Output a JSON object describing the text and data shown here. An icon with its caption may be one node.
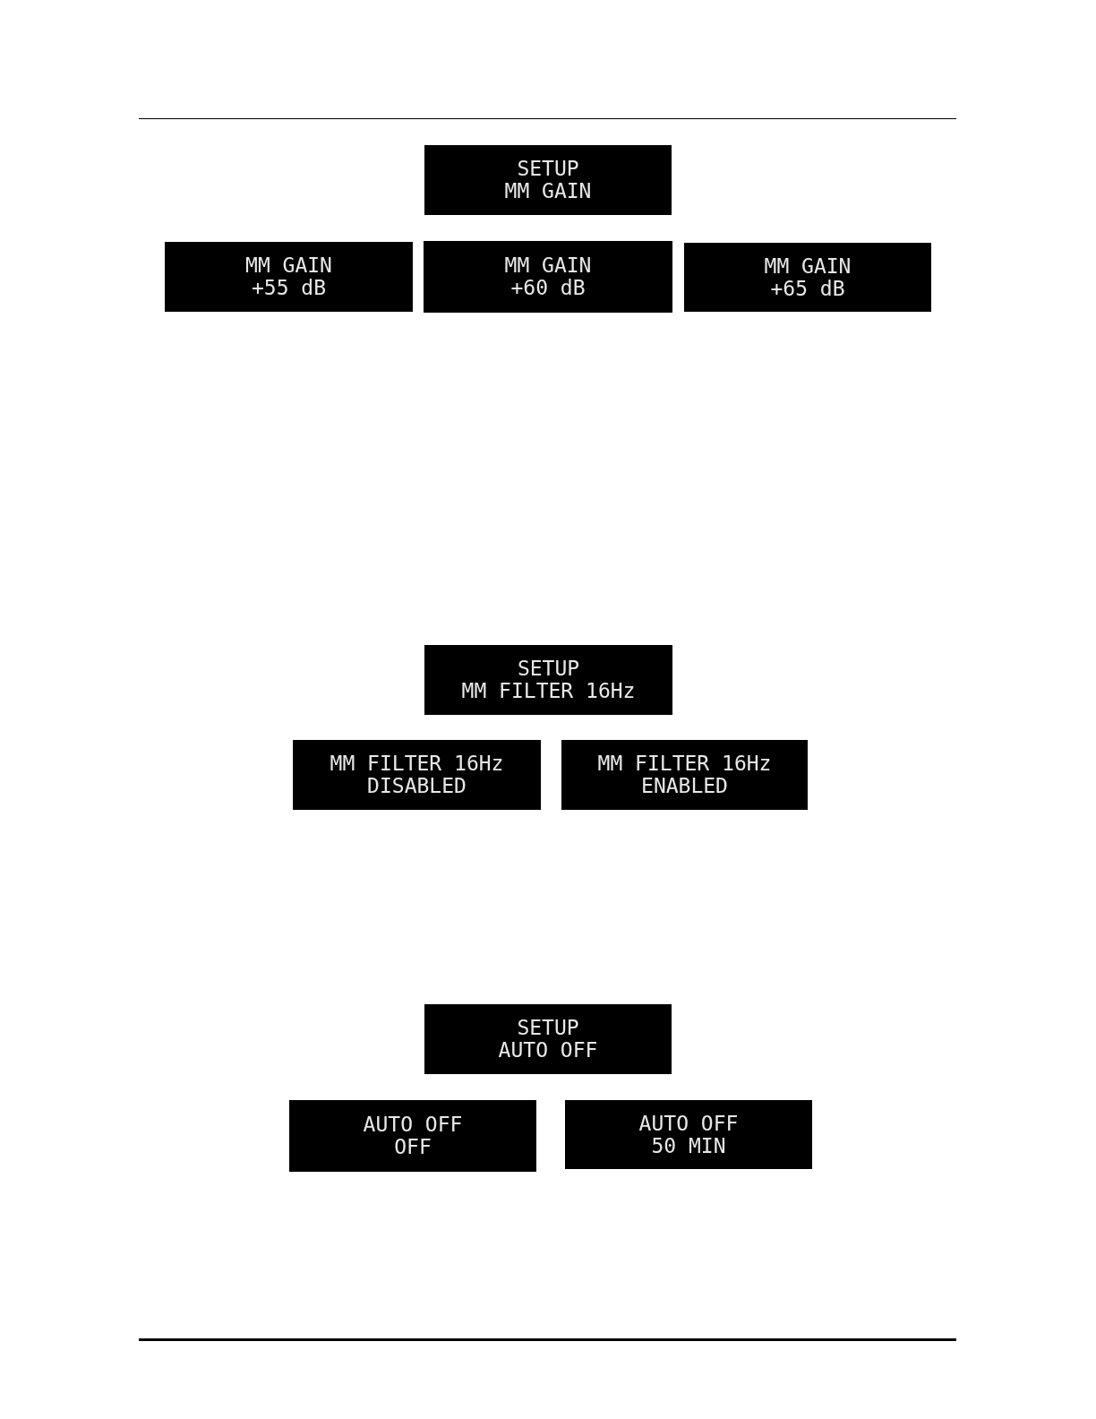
{
  "diagram": {
    "nodes": [
      {
        "text": [
          "SETUP",
          "MM GAIN"
        ]
      },
      {
        "text": [
          "MM GAIN",
          "+55 dB"
        ]
      },
      {
        "text": [
          "MM GAIN",
          "+60 dB"
        ]
      },
      {
        "text": [
          "MM GAIN",
          "+65 dB"
        ]
      },
      {
        "text": [
          "SETUP",
          "MM FILTER 16Hz"
        ]
      },
      {
        "text": [
          "MM FILTER 16Hz",
          "DISABLED"
        ]
      },
      {
        "text": [
          "MM FILTER 16Hz",
          "ENABLED"
        ]
      },
      {
        "text": [
          "SETUP",
          "AUTO OFF"
        ]
      },
      {
        "text": [
          "AUTO OFF",
          "OFF"
        ]
      },
      {
        "text": [
          "AUTO OFF",
          "50 MIN"
        ]
      }
    ]
  }
}
